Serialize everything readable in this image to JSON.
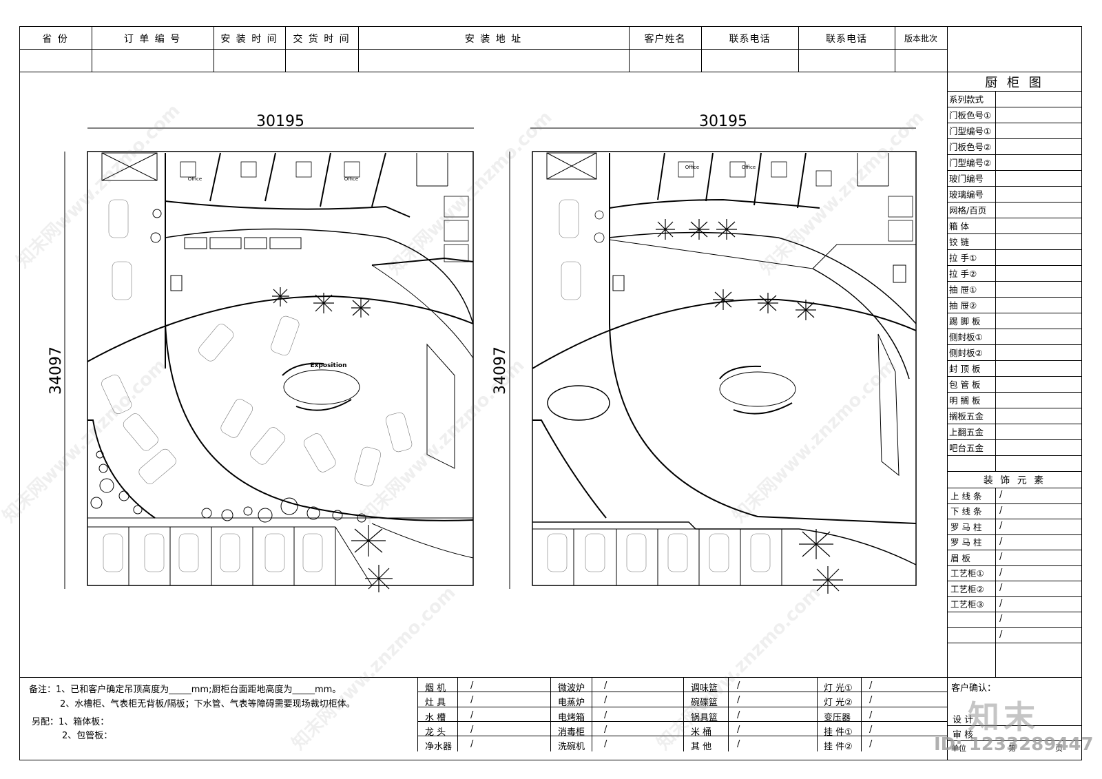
{
  "header": {
    "cols": [
      "省  份",
      "订 单 编 号",
      "安 装 时 间",
      "交 货 时 间",
      "安 装 地 址",
      "客户姓名",
      "联系电话",
      "联系电话",
      "版本批次"
    ]
  },
  "plans": [
    {
      "width_label": "30195",
      "height_label": "34097",
      "exposition_label": "Exposition",
      "office_label": "Office"
    },
    {
      "width_label": "30195",
      "height_label": "34097",
      "office_label": "Office"
    }
  ],
  "side": {
    "title": "厨 柜 图",
    "rows": [
      "系列款式",
      "门板色号①",
      "门型编号①",
      "门板色号②",
      "门型编号②",
      "玻门编号",
      "玻璃编号",
      "网格/百页",
      "箱    体",
      "铰    链",
      "拉    手①",
      "拉    手②",
      "抽    屉①",
      "抽    屉②",
      "踢 脚 板",
      "侧封板①",
      "侧封板②",
      "封 顶 板",
      "包 管 板",
      "明 搁 板",
      "搁板五金",
      "上翻五金",
      "吧台五金"
    ],
    "deco_title": "装 饰 元 素",
    "deco_rows": [
      "上 线 条",
      "下 线 条",
      "罗 马 柱",
      "罗 马 柱",
      "眉    板",
      "工艺柜①",
      "工艺柜②",
      "工艺柜③",
      "",
      ""
    ],
    "slash": "/"
  },
  "notes": {
    "line1": "备注：1、已和客户确定吊顶高度为_____mm;厨柜台面距地高度为_____mm。",
    "line2": "2、水槽柜、气表柜无背板/隔板；下水管、气表等障碍需要现场裁切柜体。",
    "line3": "另配：1、箱体板：",
    "line4": "2、包管板："
  },
  "appliances": {
    "col1": [
      "烟    机",
      "灶    具",
      "水    槽",
      "龙    头",
      "净水器"
    ],
    "col2": [
      "微波炉",
      "电蒸炉",
      "电烤箱",
      "消毒柜",
      "洗碗机"
    ],
    "col3": [
      "调味篮",
      "碗碟篮",
      "锅具篮",
      "米    桶",
      "其    他"
    ],
    "col4": [
      "灯  光①",
      "灯  光②",
      "变压器",
      "挂  件①",
      "挂  件②"
    ],
    "slash": "/"
  },
  "signoff": {
    "confirm": "客户确认：",
    "design": "设  计",
    "review": "审  核",
    "unit": "单位",
    "page": "第",
    "page_suffix": "页"
  },
  "overlay": {
    "logo": "知末",
    "id_text": "ID: 1233289447",
    "watermark": "知末网www.znzmo.com"
  }
}
